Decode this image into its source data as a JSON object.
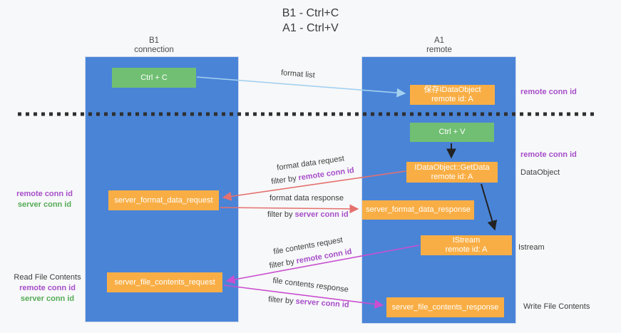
{
  "title": {
    "line1": "B1 - Ctrl+C",
    "line2": "A1 - Ctrl+V"
  },
  "lanes": {
    "left": {
      "name": "B1",
      "role": "connection"
    },
    "right": {
      "name": "A1",
      "role": "remote"
    }
  },
  "nodes": {
    "ctrl_c": {
      "label": "Ctrl + C"
    },
    "ctrl_v": {
      "label": "Ctrl + V"
    },
    "save_dataobject": {
      "line1": "保存IDataObject",
      "line2": "remote id: A"
    },
    "getdata": {
      "line1": "IDataObject::GetData",
      "line2": "remote id: A"
    },
    "istream": {
      "line1": "IStream",
      "line2": "remote id: A"
    },
    "format_request": {
      "label": "server_format_data_request"
    },
    "format_response": {
      "label": "server_format_data_response"
    },
    "file_request": {
      "label": "server_file_contents_request"
    },
    "file_response": {
      "label": "server_file_contents_response"
    }
  },
  "arrow_labels": {
    "format_list": "format list",
    "format_data_request": "format data request",
    "format_data_response": "format data response",
    "file_contents_request": "file contents request",
    "file_contents_response": "file contents response",
    "filter_by": "filter by",
    "remote_conn_id": "remote conn id",
    "server_conn_id": "server conn id"
  },
  "side_labels": {
    "remote_conn_id": "remote conn id",
    "server_conn_id": "server conn id",
    "dataobject": "DataObject",
    "istream": "Istream",
    "read_file_contents": "Read File Contents",
    "write_file_contents": "Write File Contents"
  },
  "colors": {
    "lane_blue": "#4a84d7",
    "node_green": "#71bf73",
    "node_orange": "#f9ae45",
    "arrow_salmon": "#e5716f",
    "arrow_magenta": "#c94fd0",
    "arrow_lightblue": "#a3d1f0",
    "arrow_black": "#222222",
    "label_purple": "#a64ec9",
    "label_green": "#55ab57"
  }
}
